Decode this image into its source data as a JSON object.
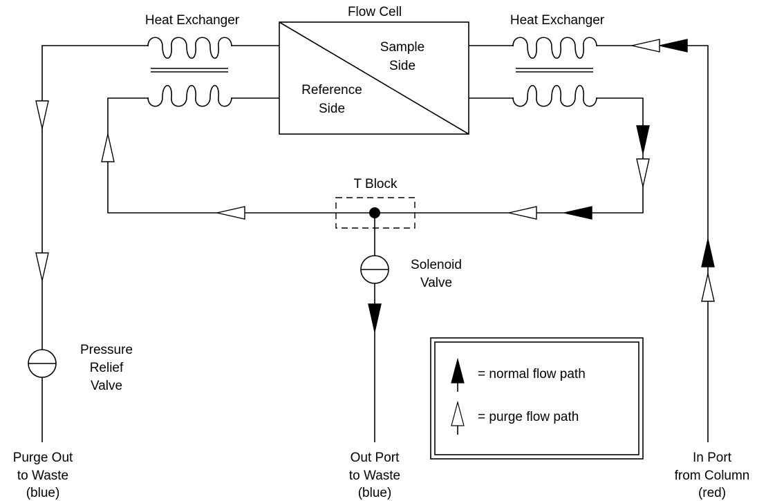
{
  "labels": {
    "flow_cell": "Flow Cell",
    "heat_exchanger_left": "Heat Exchanger",
    "heat_exchanger_right": "Heat Exchanger",
    "sample_side_1": "Sample",
    "sample_side_2": "Side",
    "reference_side_1": "Reference",
    "reference_side_2": "Side",
    "t_block": "T Block",
    "solenoid_valve_1": "Solenoid",
    "solenoid_valve_2": "Valve",
    "pressure_relief_valve_1": "Pressure",
    "pressure_relief_valve_2": "Relief",
    "pressure_relief_valve_3": "Valve",
    "purge_out_1": "Purge Out",
    "purge_out_2": "to Waste",
    "purge_out_3": "(blue)",
    "out_port_1": "Out Port",
    "out_port_2": "to Waste",
    "out_port_3": "(blue)",
    "in_port_1": "In Port",
    "in_port_2": "from Column",
    "in_port_3": "(red)"
  },
  "legend": {
    "normal": "= normal flow path",
    "purge": "= purge flow path"
  }
}
